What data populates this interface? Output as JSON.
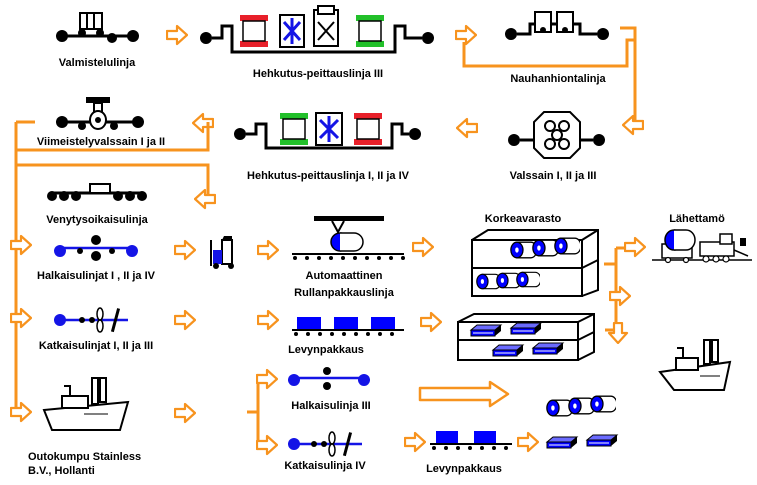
{
  "labels": {
    "valmistelulinja": "Valmistelulinja",
    "hehkutus3": "Hehkutus-peittauslinja III",
    "nauhanhionta": "Nauhanhiontalinja",
    "viimeistely": "Viimeistelyvalssain I ja II",
    "hehkutus124": "Hehkutus-peittauslinja I, II ja IV",
    "valssain": "Valssain I, II ja III",
    "venytys": "Venytysoikaisulinja",
    "korkeavarasto": "Korkeavarasto",
    "lahettamo": "Lähettamö",
    "halkaisu124": "Halkaisulinjat I , II ja IV",
    "automaattinen1": "Automaattinen",
    "automaattinen2": "Rullanpakkauslinja",
    "katkaisu123": "Katkaisulinjat I, II ja III",
    "levynpakkaus1": "Levynpakkaus",
    "halkaisu3": "Halkaisulinja III",
    "outokumpu1": "Outokumpu Stainless",
    "outokumpu2": "B.V., Hollanti",
    "katkaisu4": "Katkaisulinja IV",
    "levynpakkaus2": "Levynpakkaus"
  },
  "colors": {
    "flow_arrow": "#F7931E",
    "line_blue": "#1414E6",
    "coil_blue": "#0000FF",
    "heater_red": "#E8202A",
    "heater_green": "#22C02A",
    "machine_black": "#000000"
  },
  "icons": [
    "arrow-right-icon",
    "arrow-left-icon",
    "forklift-icon",
    "ship-icon",
    "train-icon",
    "coil-icon",
    "sheet-stack-icon",
    "rack-icon"
  ]
}
